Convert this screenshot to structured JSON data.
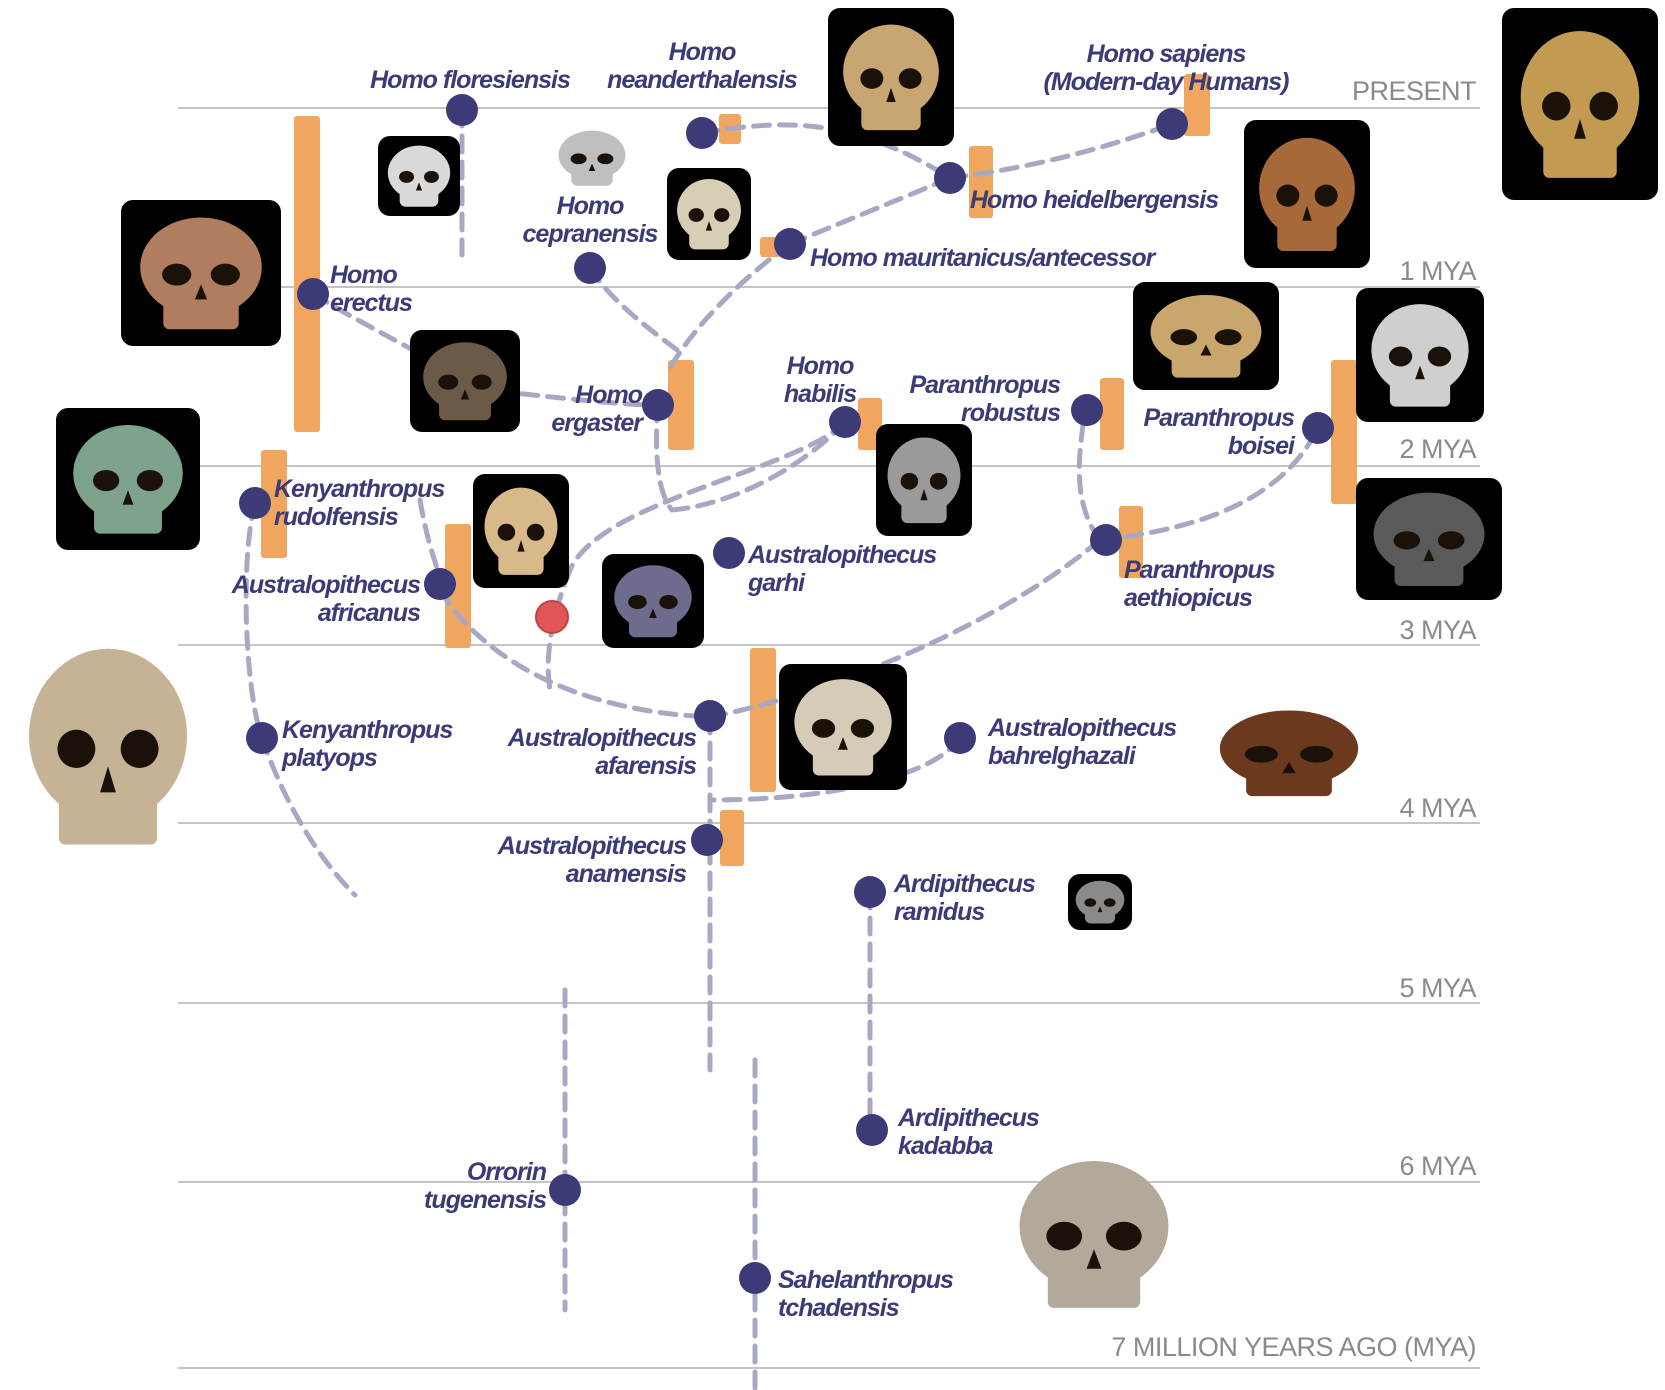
{
  "time_axis": {
    "labels": [
      "PRESENT",
      "1 MYA",
      "2 MYA",
      "3 MYA",
      "4 MYA",
      "5 MYA",
      "6 MYA",
      "7 MILLION YEARS AGO (MYA)"
    ]
  },
  "species": [
    {
      "id": "homo-floresiensis",
      "lines": [
        "Homo floresiensis"
      ],
      "skull_tone": "#d9d9d9"
    },
    {
      "id": "homo-neanderthalensis",
      "lines": [
        "Homo",
        "neanderthalensis"
      ],
      "skull_tone": "#c8a673"
    },
    {
      "id": "homo-sapiens",
      "lines": [
        "Homo sapiens",
        "(Modern-day Humans)"
      ],
      "skull_tone": "#c39a52"
    },
    {
      "id": "homo-heidelbergensis",
      "lines": [
        "Homo heidelbergensis"
      ],
      "skull_tone": "#a8693a"
    },
    {
      "id": "homo-cepranensis",
      "lines": [
        "Homo",
        "cepranensis"
      ],
      "skull_tone": "#bfbfbf"
    },
    {
      "id": "homo-mauritanicus-antecessor",
      "lines": [
        "Homo mauritanicus/antecessor"
      ],
      "skull_tone": "#d8cdb5"
    },
    {
      "id": "homo-erectus",
      "lines": [
        "Homo",
        "erectus"
      ],
      "skull_tone": "#b07d5e"
    },
    {
      "id": "homo-ergaster",
      "lines": [
        "Homo",
        "ergaster"
      ],
      "skull_tone": "#6b5a48"
    },
    {
      "id": "homo-habilis",
      "lines": [
        "Homo",
        "habilis"
      ],
      "skull_tone": "#9a9a9a"
    },
    {
      "id": "paranthropus-robustus",
      "lines": [
        "Paranthropus",
        "robustus"
      ],
      "skull_tone": "#c9a66b"
    },
    {
      "id": "paranthropus-boisei",
      "lines": [
        "Paranthropus",
        "boisei"
      ],
      "skull_tone": "#cfcfcf"
    },
    {
      "id": "kenyanthropus-rudolfensis",
      "lines": [
        "Kenyanthropus",
        "rudolfensis"
      ],
      "skull_tone": "#7fa38a"
    },
    {
      "id": "australopithecus-africanus",
      "lines": [
        "Australopithecus",
        "africanus"
      ],
      "skull_tone": "#d8b98a"
    },
    {
      "id": "australopithecus-garhi",
      "lines": [
        "Australopithecus",
        "garhi"
      ],
      "skull_tone": "#6e6c8c"
    },
    {
      "id": "paranthropus-aethiopicus",
      "lines": [
        "Paranthropus",
        "aethiopicus"
      ],
      "skull_tone": "#5a5a5a"
    },
    {
      "id": "australopithecus-afarensis",
      "lines": [
        "Australopithecus",
        "afarensis"
      ],
      "skull_tone": "#d5cbb6"
    },
    {
      "id": "kenyanthropus-platyops",
      "lines": [
        "Kenyanthropus",
        "platyops"
      ],
      "skull_tone": "#c6b395"
    },
    {
      "id": "australopithecus-bahrelghazali",
      "lines": [
        "Australopithecus",
        "bahrelghazali"
      ],
      "skull_tone": "#6b3a1e"
    },
    {
      "id": "australopithecus-anamensis",
      "lines": [
        "Australopithecus",
        "anamensis"
      ]
    },
    {
      "id": "ardipithecus-ramidus",
      "lines": [
        "Ardipithecus",
        "ramidus"
      ],
      "skull_tone": "#8a8a8a"
    },
    {
      "id": "ardipithecus-kadabba",
      "lines": [
        "Ardipithecus",
        "kadabba"
      ]
    },
    {
      "id": "orrorin-tugenensis",
      "lines": [
        "Orrorin",
        "tugenensis"
      ]
    },
    {
      "id": "sahelanthropus-tchadensis",
      "lines": [
        "Sahelanthropus",
        "tchadensis"
      ],
      "skull_tone": "#b2a99a"
    }
  ],
  "colors": {
    "node": "#3d3a78",
    "label": "#3d3a78",
    "range_bar": "#f0a65e",
    "connector": "#a9a8c4",
    "gridline": "#c4c4c4",
    "time_label": "#8a8a8a",
    "marker": "#e05555"
  }
}
